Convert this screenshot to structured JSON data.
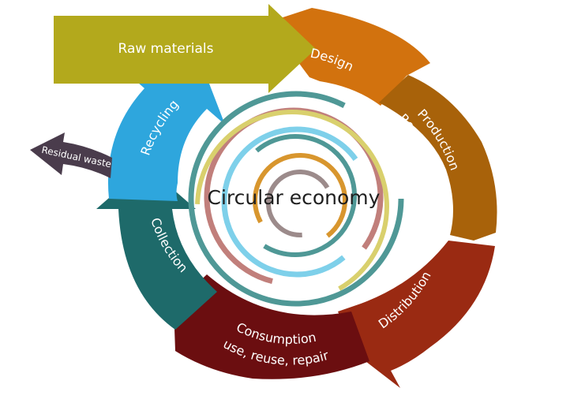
{
  "diagram": {
    "center_label": "Circular economy",
    "stages": [
      {
        "id": "raw-materials",
        "label": "Raw materials",
        "color": "#b3a91c"
      },
      {
        "id": "design",
        "label": "Design",
        "color": "#d2720e"
      },
      {
        "id": "production",
        "label_lines": [
          "Production",
          "Remanufacturing"
        ],
        "color": "#a8620a"
      },
      {
        "id": "distribution",
        "label": "Distribution",
        "color": "#9a2a12"
      },
      {
        "id": "consumption",
        "label_lines": [
          "Consumption",
          "use, reuse, repair"
        ],
        "color": "#6b0e10"
      },
      {
        "id": "collection",
        "label": "Collection",
        "color": "#1e6a6a"
      },
      {
        "id": "recycling",
        "label": "Recycling",
        "color": "#2ea6dd"
      },
      {
        "id": "residual-waste",
        "label": "Residual waste",
        "color": "#4a3c4c"
      }
    ],
    "inner_ring_colors": [
      "#4f9896",
      "#c17f7b",
      "#7ed0ea",
      "#d9d06d",
      "#9c8b8b",
      "#d8962e"
    ]
  }
}
